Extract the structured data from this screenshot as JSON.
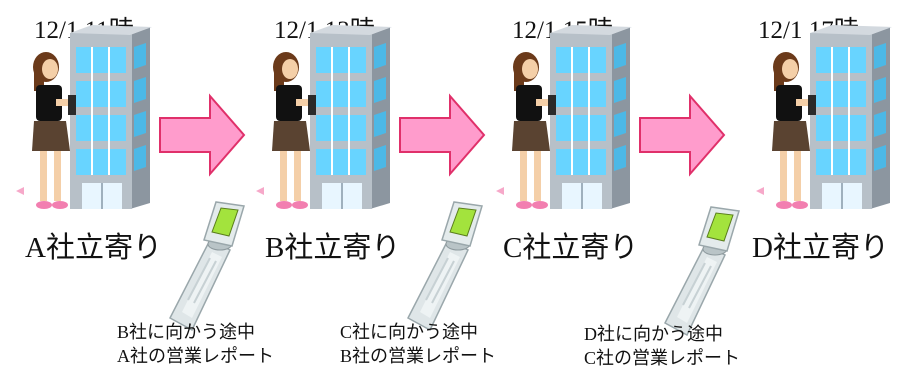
{
  "steps": [
    {
      "time": "12/1 11時",
      "visit": "A社立寄り"
    },
    {
      "time": "12/1 13時",
      "visit": "B社立寄り"
    },
    {
      "time": "12/1 15時",
      "visit": "C社立寄り"
    },
    {
      "time": "12/1 17時",
      "visit": "D社立寄り"
    }
  ],
  "notes": [
    {
      "line1": "B社に向かう途中",
      "line2": "A社の営業レポート"
    },
    {
      "line1": "C社に向かう途中",
      "line2": "B社の営業レポート"
    },
    {
      "line1": "D社に向かう途中",
      "line2": "C社の営業レポート"
    }
  ],
  "colors": {
    "arrow_fill": "#ff9ccc",
    "arrow_stroke": "#e0306a",
    "building": "#a9b3bd",
    "window": "#5fd2ff",
    "phone_screen": "#9fe23a"
  },
  "icons": {
    "person": "woman-icon",
    "building": "office-building-icon",
    "phone": "flip-phone-icon",
    "arrow": "right-arrow-icon"
  }
}
